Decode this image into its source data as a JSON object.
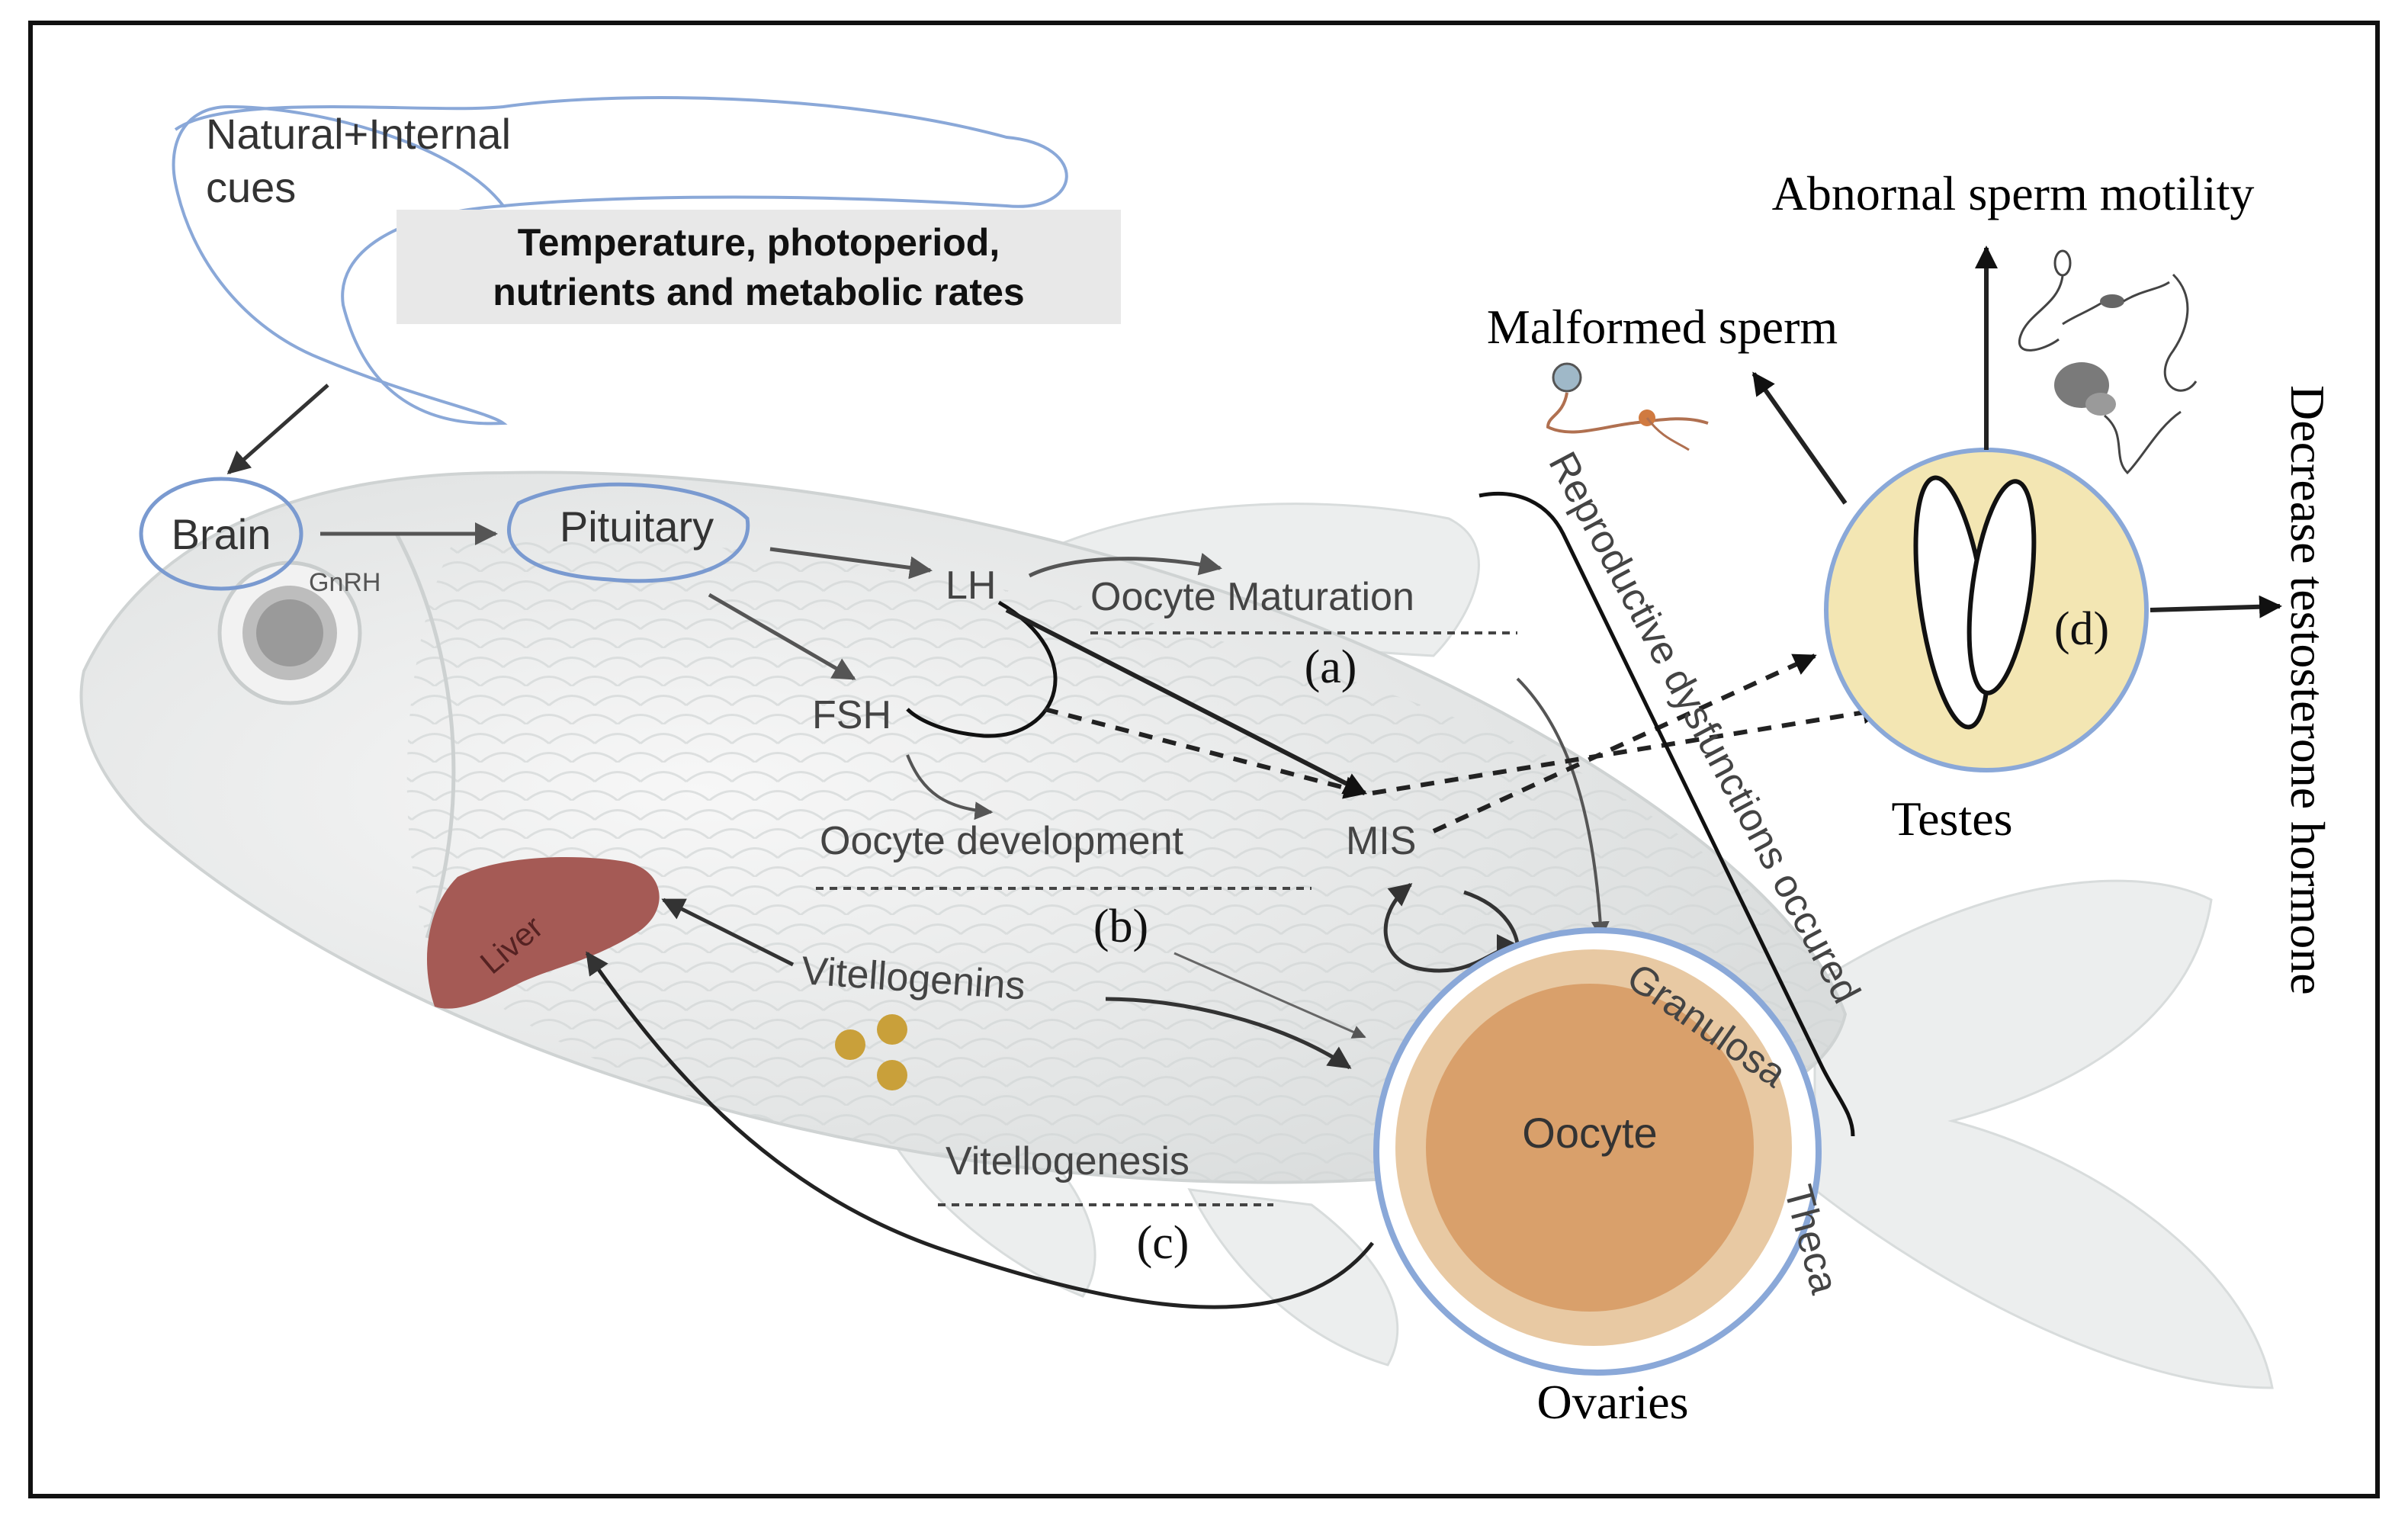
{
  "cues": {
    "title_line1": "Natural+Internal",
    "title_line2": "cues",
    "detail_line1": "Temperature, photoperiod,",
    "detail_line2": "nutrients and metabolic rates"
  },
  "nodes": {
    "brain": "Brain",
    "gnrh": "GnRH",
    "pituitary": "Pituitary",
    "lh": "LH",
    "fsh": "FSH",
    "mis": "MIS",
    "liver": "Liver",
    "vitellogenins": "Vitellogenins",
    "oocyte": "Oocyte",
    "granulosa": "Granulosa",
    "theca": "Theca",
    "ovaries": "Ovaries",
    "testes": "Testes"
  },
  "processes": {
    "a_label": "Oocyte Maturation",
    "a_letter": "(a)",
    "b_label": "Oocyte development",
    "b_letter": "(b)",
    "c_label": "Vitellogenesis",
    "c_letter": "(c)",
    "d_letter": "(d)"
  },
  "effects": {
    "dysfunction": "Reproductive dysfunctions occured",
    "malformed": "Malformed sperm",
    "motility": "Abnornal sperm motility",
    "testosterone": "Decrease testosterone hormone"
  },
  "colors": {
    "bubble_outline": "#8aa8d8",
    "testes_fill": "#f3e6b3",
    "oocyte_fill": "#d9a06b",
    "liver_fill": "#a55a55",
    "yolk": "#c9a03a"
  }
}
